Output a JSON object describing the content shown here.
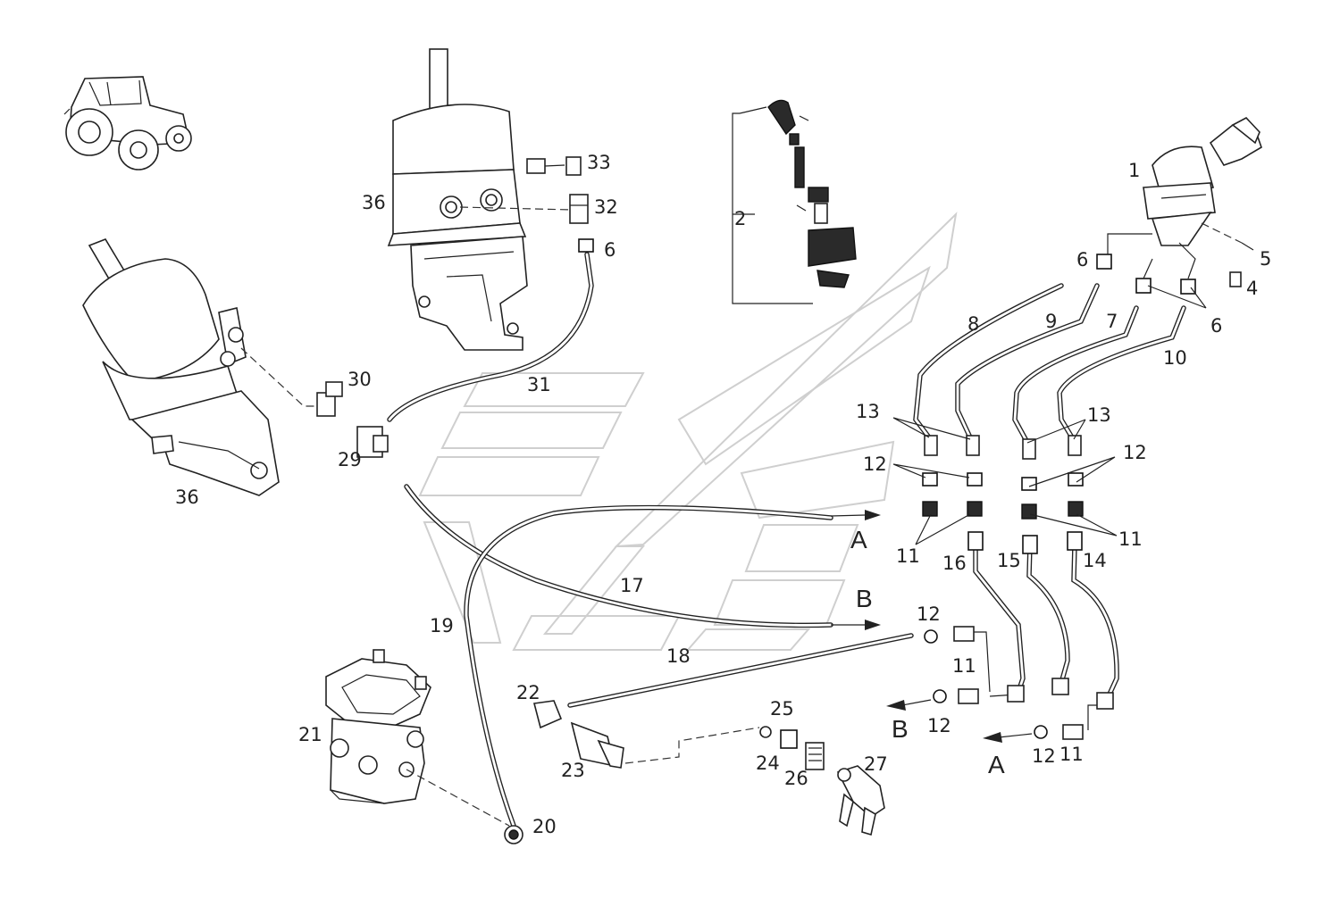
{
  "labels": {
    "l1": "1",
    "l2": "2",
    "l4": "4",
    "l5": "5",
    "l6a": "6",
    "l6b": "6",
    "l6c": "6",
    "l7": "7",
    "l8": "8",
    "l9": "9",
    "l10": "10",
    "l11a": "11",
    "l11b": "11",
    "l11c": "11",
    "l11d": "11",
    "l12a": "12",
    "l12b": "12",
    "l12c": "12",
    "l12d": "12",
    "l12e": "12",
    "l13a": "13",
    "l13b": "13",
    "l14": "14",
    "l15": "15",
    "l16": "16",
    "l17": "17",
    "l18": "18",
    "l19": "19",
    "l20": "20",
    "l21": "21",
    "l22": "22",
    "l23": "23",
    "l24": "24",
    "l25": "25",
    "l26": "26",
    "l27": "27",
    "l29": "29",
    "l30": "30",
    "l31": "31",
    "l32": "32",
    "l33": "33",
    "l36a": "36",
    "l36b": "36"
  },
  "connection_markers": {
    "a1": "A",
    "b1": "B",
    "b2": "B",
    "a2": "A"
  },
  "icons": [
    "tractor-icon"
  ],
  "colors": {
    "line": "#222222",
    "watermark": "#cfcfcf",
    "background": "#ffffff"
  }
}
